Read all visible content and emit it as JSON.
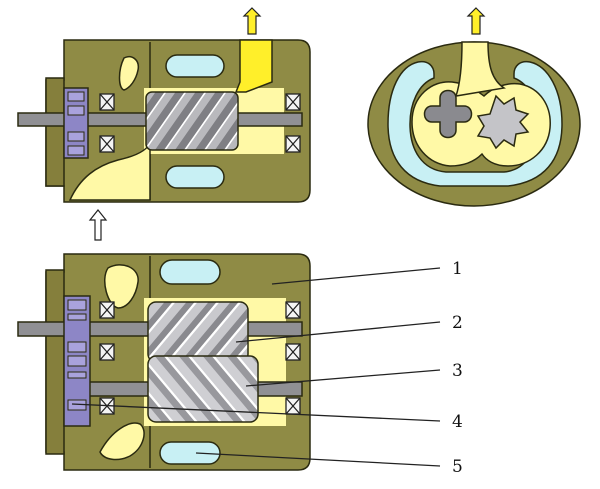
{
  "callouts": [
    "1",
    "2",
    "3",
    "4",
    "5"
  ],
  "colors": {
    "housing": "#8f8b45",
    "coolant_passage": "#c8f0f4",
    "fluid": "#fff9a6",
    "discharge": "#ffef2a",
    "shaft": "#909094",
    "screw": "#a9a9ad",
    "gear": "#8d86c6",
    "bearing": "#f4f4f4"
  },
  "arrows": {
    "top_view": "discharge-up",
    "end_view": "discharge-up",
    "inlet": "suction-up"
  }
}
